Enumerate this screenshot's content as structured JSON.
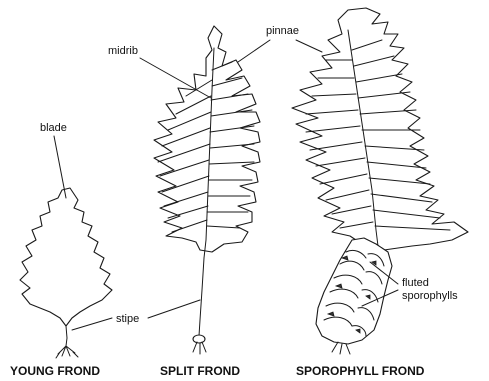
{
  "labels": {
    "blade": "blade",
    "midrib": "midrib",
    "pinnae": "pinnae",
    "stipe": "stipe",
    "fluted_sporophylls_line1": "fluted",
    "fluted_sporophylls_line2": "sporophylls"
  },
  "captions": {
    "young": "YOUNG FROND",
    "split": "SPLIT FROND",
    "sporophyll": "SPOROPHYLL FROND"
  },
  "colors": {
    "ink": "#1a1a1a",
    "background": "#ffffff"
  }
}
